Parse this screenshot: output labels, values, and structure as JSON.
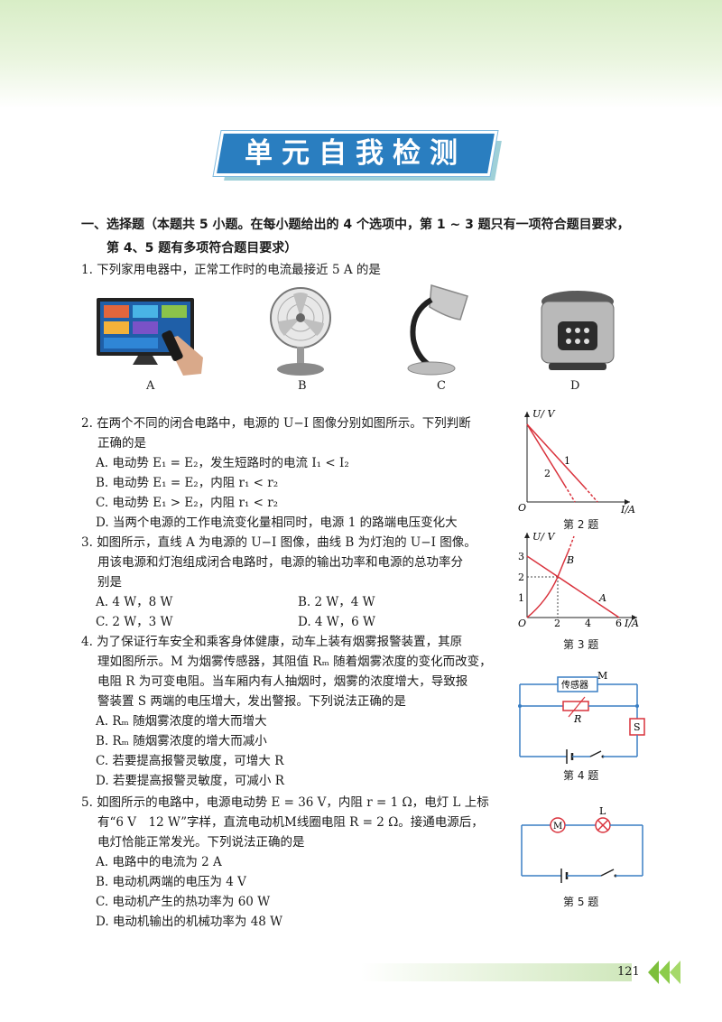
{
  "header": {
    "title": "单元自我检测"
  },
  "section": {
    "heading_line1": "一、选择题（本题共 5 小题。在每小题给出的 4 个选项中，第 1 ~ 3 题只有一项符合题目要求，",
    "heading_line2": "第 4、5 题有多项符合题目要求）"
  },
  "q1": {
    "stem": "1. 下列家用电器中，正常工作时的电流最接近 5 A 的是",
    "captions": [
      "A",
      "B",
      "C",
      "D"
    ]
  },
  "q2": {
    "stem1": "2. 在两个不同的闭合电路中，电源的 U−I 图像分别如图所示。下列判断",
    "stem2": "正确的是",
    "A": "A. 电动势 E₁ = E₂，发生短路时的电流 I₁ < I₂",
    "B": "B. 电动势 E₁ = E₂，内阻 r₁ < r₂",
    "C": "C. 电动势 E₁ > E₂，内阻 r₁ < r₂",
    "D": "D. 当两个电源的工作电流变化量相同时，电源 1 的路端电压变化大",
    "fig": {
      "caption": "第 2 题",
      "ylabel": "U/ V",
      "xlabel": "I/A",
      "origin": "O",
      "line1": "1",
      "line2": "2"
    }
  },
  "q3": {
    "stem1": "3. 如图所示，直线 A 为电源的 U−I 图像，曲线 B 为灯泡的 U−I 图像。",
    "stem2": "用该电源和灯泡组成闭合电路时，电源的输出功率和电源的总功率分",
    "stem3": "别是",
    "A": "A. 4 W，8 W",
    "B": "B. 2 W，4 W",
    "C": "C. 2 W，3 W",
    "D": "D. 4 W，6 W",
    "fig": {
      "caption": "第 3 题",
      "ylabel": "U/ V",
      "xlabel": "I/A",
      "origin": "O",
      "yticks": [
        "3",
        "2",
        "1"
      ],
      "xticks": [
        "2",
        "4",
        "6"
      ],
      "curveA": "A",
      "curveB": "B"
    }
  },
  "q4": {
    "stem1": "4. 为了保证行车安全和乘客身体健康，动车上装有烟雾报警装置，其原",
    "stem2": "理如图所示。M 为烟雾传感器，其阻值 Rₘ 随着烟雾浓度的变化而改变，",
    "stem3": "电阻 R 为可变电阻。当车厢内有人抽烟时，烟雾的浓度增大，导致报",
    "stem4": "警装置 S 两端的电压增大，发出警报。下列说法正确的是",
    "A": "A. Rₘ 随烟雾浓度的增大而增大",
    "B": "B. Rₘ 随烟雾浓度的增大而减小",
    "C": "C. 若要提高报警灵敏度，可增大 R",
    "D": "D. 若要提高报警灵敏度，可减小 R",
    "fig": {
      "caption": "第 4 题",
      "sensor": "传感器",
      "M": "M",
      "R": "R",
      "S": "S"
    }
  },
  "q5": {
    "stem1": "5. 如图所示的电路中，电源电动势 E = 36 V，内阻 r = 1 Ω，电灯 L 上标",
    "stem2": "有“6 V　12 W”字样，直流电动机M线圈电阻 R = 2 Ω。接通电源后，",
    "stem3": "电灯恰能正常发光。下列说法正确的是",
    "A": "A. 电路中的电流为 2 A",
    "B": "B. 电动机两端的电压为 4 V",
    "C": "C. 电动机产生的热功率为 60 W",
    "D": "D. 电动机输出的机械功率为 48 W",
    "fig": {
      "caption": "第 5 题",
      "M": "M",
      "L": "L"
    }
  },
  "footer": {
    "page": "121"
  },
  "colors": {
    "banner": "#2a7ec0",
    "graph_red": "#d9323c",
    "circuit": "#3a7fc4",
    "band": "#d8edc6"
  }
}
